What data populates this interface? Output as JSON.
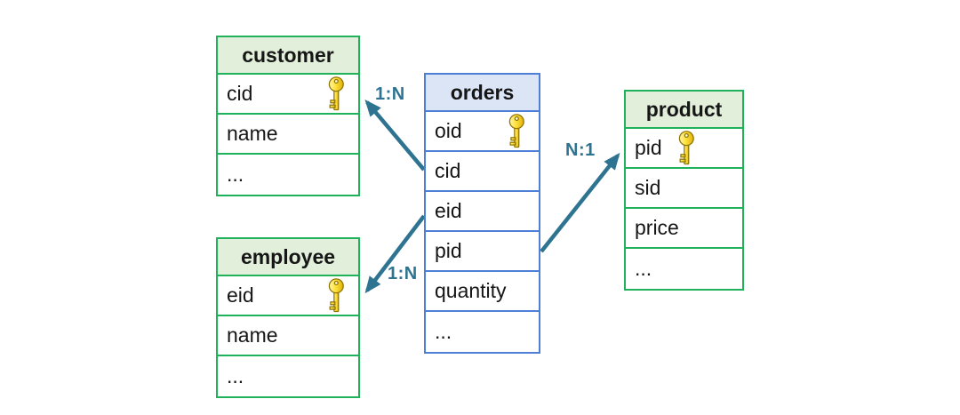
{
  "tables": {
    "customer": {
      "title": "customer",
      "columns": [
        {
          "name": "cid",
          "key": true
        },
        {
          "name": "name",
          "key": false
        },
        {
          "name": "...",
          "key": false
        }
      ]
    },
    "orders": {
      "title": "orders",
      "columns": [
        {
          "name": "oid",
          "key": true
        },
        {
          "name": "cid",
          "key": false
        },
        {
          "name": "eid",
          "key": false
        },
        {
          "name": "pid",
          "key": false
        },
        {
          "name": "quantity",
          "key": false
        },
        {
          "name": "...",
          "key": false
        }
      ]
    },
    "employee": {
      "title": "employee",
      "columns": [
        {
          "name": "eid",
          "key": true
        },
        {
          "name": "name",
          "key": false
        },
        {
          "name": "...",
          "key": false
        }
      ]
    },
    "product": {
      "title": "product",
      "columns": [
        {
          "name": "pid",
          "key": true
        },
        {
          "name": "sid",
          "key": false
        },
        {
          "name": "price",
          "key": false
        },
        {
          "name": "...",
          "key": false
        }
      ]
    }
  },
  "relationships": [
    {
      "label": "1:N",
      "from": "orders.cid",
      "to": "customer.cid"
    },
    {
      "label": "1:N",
      "from": "orders.eid",
      "to": "employee.eid"
    },
    {
      "label": "N:1",
      "from": "orders.pid",
      "to": "product.pid"
    }
  ],
  "colors": {
    "green_border": "#1fb25a",
    "green_header_fill": "#e2efda",
    "blue_border": "#4d7fd6",
    "blue_header_fill": "#dbe5f6",
    "arrow": "#2e7390",
    "key_gold": "#ffe13c"
  }
}
